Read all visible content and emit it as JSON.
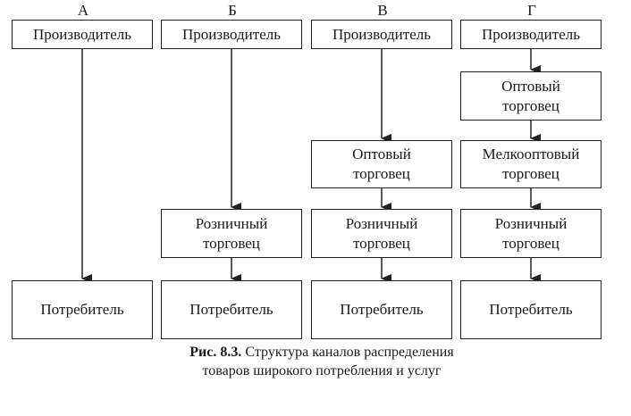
{
  "columns": [
    {
      "label": "А",
      "boxes": [
        "Производитель",
        "Потребитель"
      ]
    },
    {
      "label": "Б",
      "boxes": [
        "Производитель",
        "Розничный\nторговец",
        "Потребитель"
      ]
    },
    {
      "label": "В",
      "boxes": [
        "Производитель",
        "Оптовый\nторговец",
        "Розничный\nторговец",
        "Потребитель"
      ]
    },
    {
      "label": "Г",
      "boxes": [
        "Производитель",
        "Оптовый\nторговец",
        "Мелкооптовый\nторговец",
        "Розничный\nторговец",
        "Потребитель"
      ]
    }
  ],
  "caption": {
    "figure": "Рис. 8.3.",
    "line1": "Структура каналов распределения",
    "line2": "товаров широкого потребления и услуг"
  }
}
